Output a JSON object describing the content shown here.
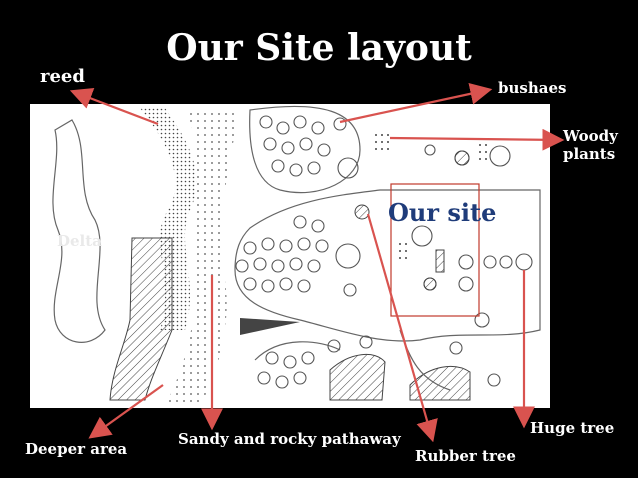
{
  "title": "Our Site layout",
  "labels": {
    "reed": "reed",
    "bushaes": "bushaes",
    "woody": "Woody",
    "plants": "plants",
    "our_site": "Our site",
    "delta": "Delta",
    "huge_tree": "Huge tree",
    "rubber_tree": "Rubber tree",
    "pathway": "Sandy and rocky pathaway",
    "deeper_area": "Deeper area"
  },
  "colors": {
    "background": "#000000",
    "paper": "#ffffff",
    "arrow": "#d9534f",
    "site_box": "#c0392b",
    "site_label": "#1f3c7a",
    "ink": "#555555"
  }
}
